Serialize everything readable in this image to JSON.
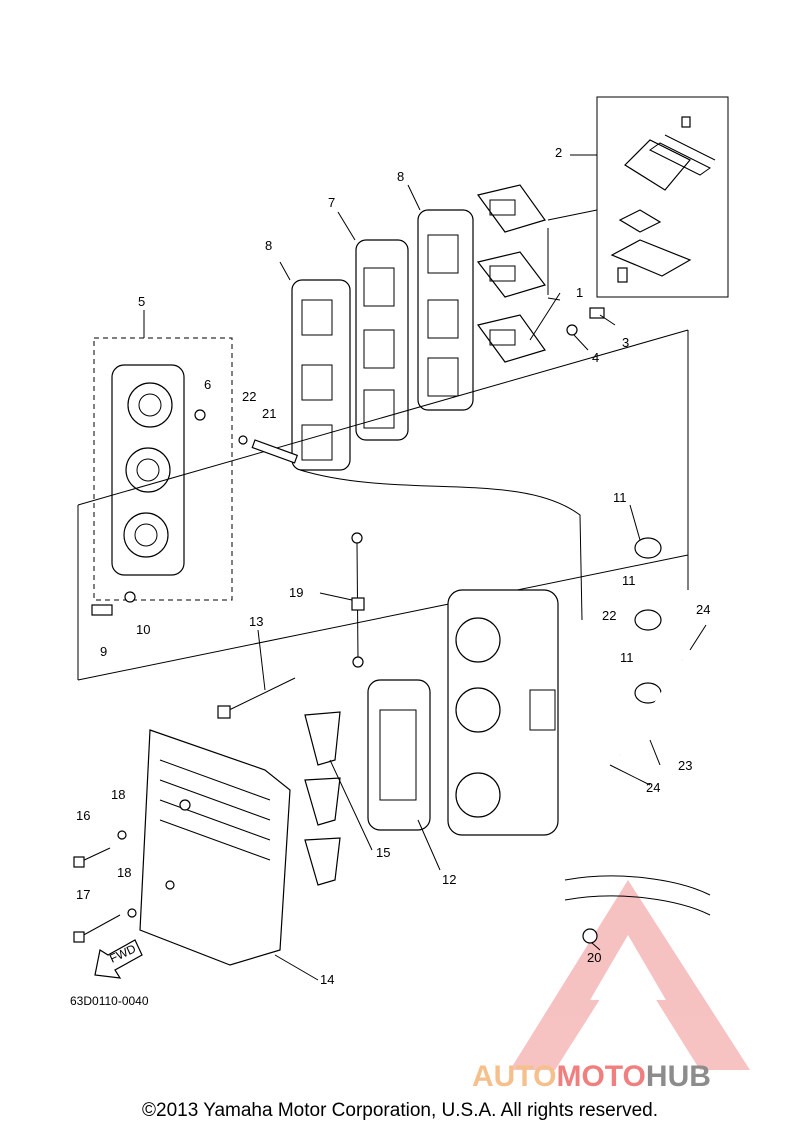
{
  "callouts": {
    "c1": "1",
    "c2": "2",
    "c3": "3",
    "c4": "4",
    "c5": "5",
    "c6": "6",
    "c7": "7",
    "c8a": "8",
    "c8b": "8",
    "c9": "9",
    "c10": "10",
    "c11a": "11",
    "c11b": "11",
    "c11c": "11",
    "c12": "12",
    "c13": "13",
    "c14": "14",
    "c15": "15",
    "c16": "16",
    "c17": "17",
    "c18a": "18",
    "c18b": "18",
    "c19": "19",
    "c20": "20",
    "c21": "21",
    "c22a": "22",
    "c22b": "22",
    "c23": "23",
    "c24a": "24",
    "c24b": "24"
  },
  "diagram_code": "63D0110-0040",
  "fwd_label": "FWD",
  "watermark": {
    "part1": "AUTO",
    "part2": "MOTO",
    "part3": "HUB",
    "color1": "#f6c79a",
    "color2": "#f08a8a",
    "color3": "#999999"
  },
  "copyright": "©2013 Yamaha Motor Corporation, U.S.A. All rights reserved."
}
